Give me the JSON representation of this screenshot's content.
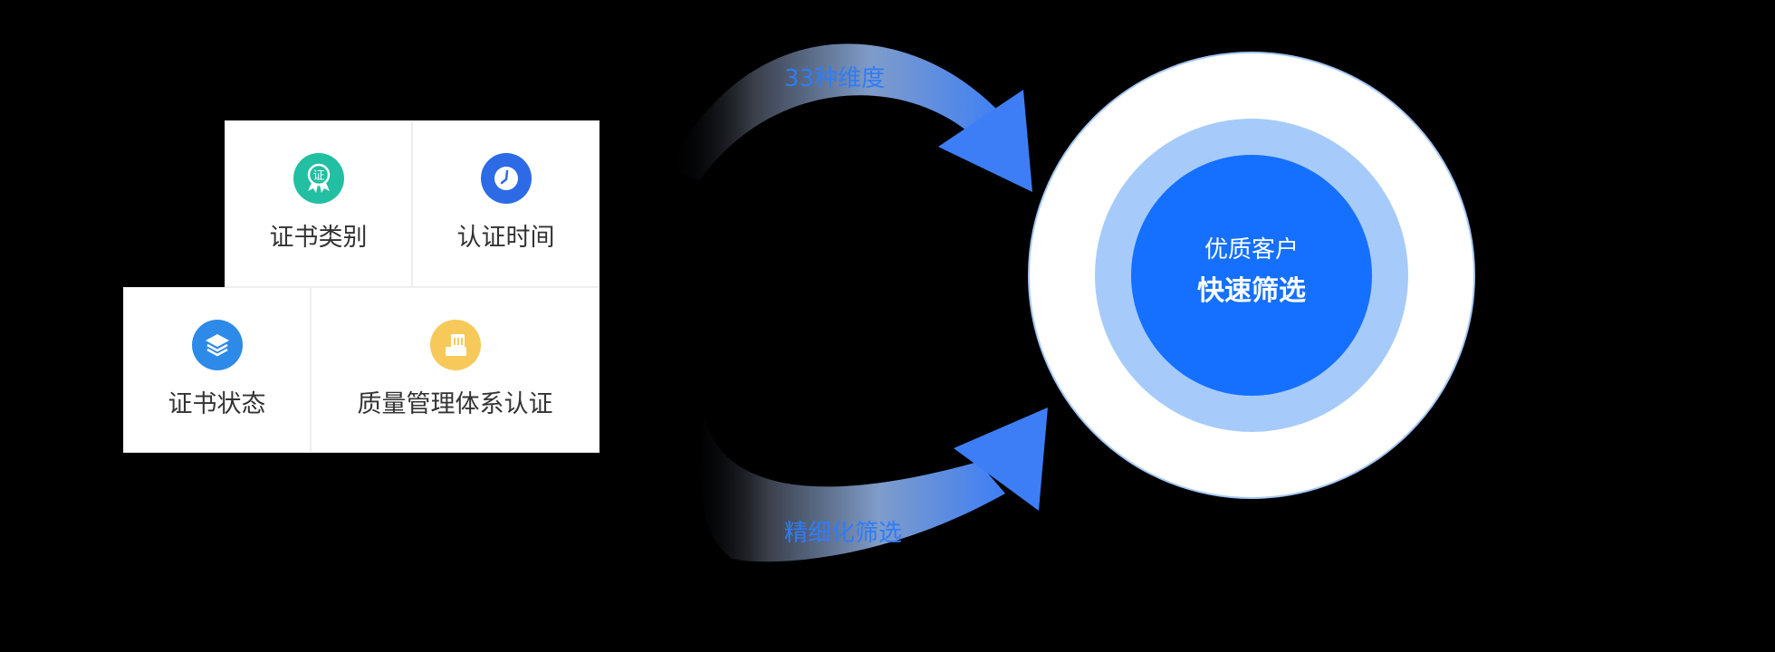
{
  "cards": [
    {
      "label": "证书类别",
      "icon": "certificate-badge-icon",
      "color": "#22bfa2",
      "icon_text": "证"
    },
    {
      "label": "认证时间",
      "icon": "clock-icon",
      "color": "#2d6be6"
    },
    {
      "label": "证书状态",
      "icon": "layers-icon",
      "color": "#2e8ae8"
    },
    {
      "label": "质量管理体系认证",
      "icon": "document-icon",
      "color": "#f7c95a"
    }
  ],
  "arrows": {
    "top_label": "33种维度",
    "bottom_label": "精细化筛选",
    "color": "#3d7ef7"
  },
  "target": {
    "line1": "优质客户",
    "line2": "快速筛选",
    "colors": {
      "outer": "#ffffff",
      "middle": "#a6cbfa",
      "inner": "#1570ff"
    }
  }
}
